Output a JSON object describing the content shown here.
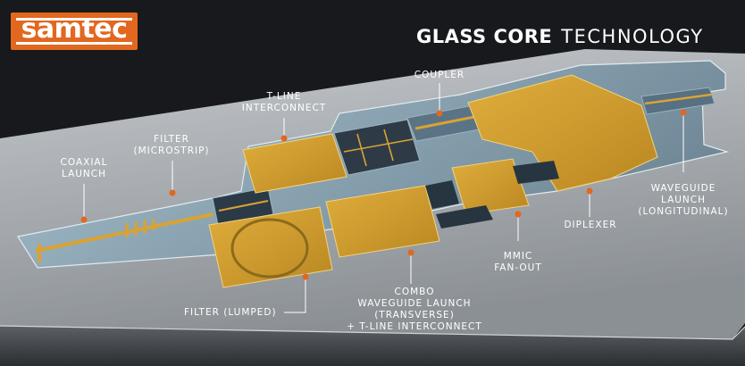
{
  "brand": {
    "logo_text": "samtec"
  },
  "title": {
    "strong": "GLASS CORE",
    "light": "TECHNOLOGY"
  },
  "colors": {
    "accent": "#e2671f",
    "gold": "#d4a02c",
    "background": "#17191c"
  },
  "callouts": {
    "coaxial": [
      "COAXIAL",
      "LAUNCH"
    ],
    "filter_microstrip": [
      "FILTER",
      "(MICROSTRIP)"
    ],
    "tline": [
      "T-LINE",
      "INTERCONNECT"
    ],
    "coupler": [
      "COUPLER"
    ],
    "waveguide_long": [
      "WAVEGUIDE",
      "LAUNCH",
      "(LONGITUDINAL)"
    ],
    "diplexer": [
      "DIPLEXER"
    ],
    "mmic": [
      "MMIC",
      "FAN-OUT"
    ],
    "combo": [
      "COMBO",
      "WAVEGUIDE LAUNCH",
      "(TRANSVERSE)",
      "+ T-LINE INTERCONNECT"
    ],
    "filter_lumped": [
      "FILTER (LUMPED)"
    ]
  }
}
